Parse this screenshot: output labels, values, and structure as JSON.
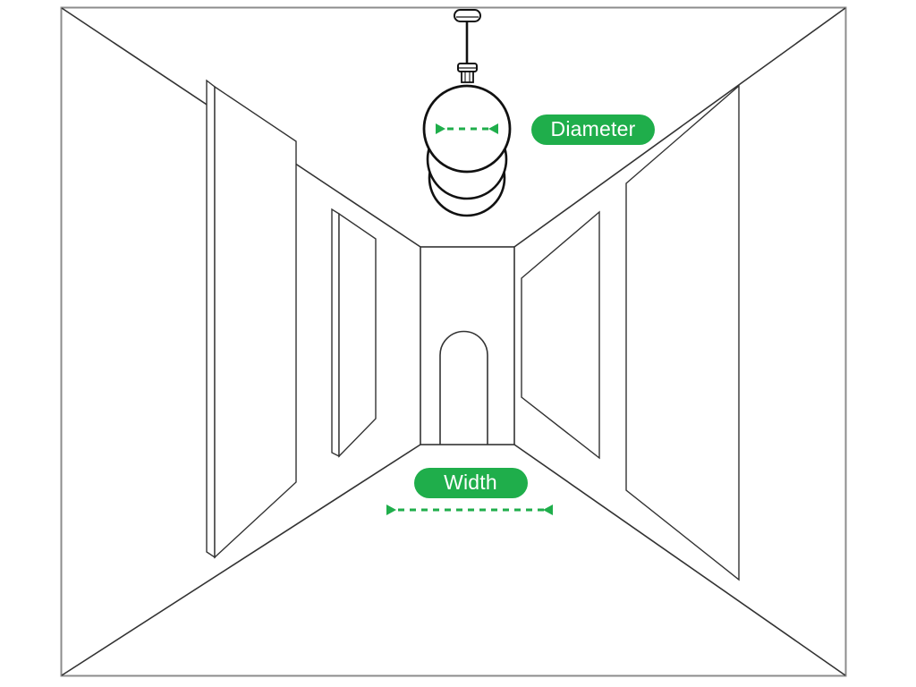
{
  "page": {
    "title": "Pendant Light Hallway Sizing Diagram",
    "background_color": "#ffffff",
    "frame_color": "#8c8c8c",
    "line_color": "#333333",
    "accent_green": "#1fae4b",
    "label_text_color": "#ffffff"
  },
  "annotations": {
    "diameter": {
      "label": "Diameter",
      "pill_color": "#1fae4b",
      "arrow_color": "#1fae4b",
      "arrow_style": "dashed-double-headed",
      "measures": "pendant-globe-width"
    },
    "width": {
      "label": "Width",
      "pill_color": "#1fae4b",
      "arrow_color": "#1fae4b",
      "arrow_style": "dashed-double-headed",
      "measures": "hallway-floor-width"
    }
  },
  "scene": {
    "name": "hallway-interior-perspective",
    "elements": [
      "outer-frame",
      "ceiling",
      "left-wall",
      "right-wall",
      "floor",
      "end-wall",
      "arched-doorway",
      "left-wall-art-panel-far",
      "left-wall-art-panel-near",
      "right-wall-art-panel-far",
      "right-wall-art-panel-near",
      "pendant-light"
    ]
  },
  "pendant_light": {
    "name": "pendant-light-fixture",
    "parts": [
      "ceiling-canopy",
      "suspension-cord",
      "socket-collar",
      "globe-shade"
    ],
    "globe_rings": 3
  }
}
